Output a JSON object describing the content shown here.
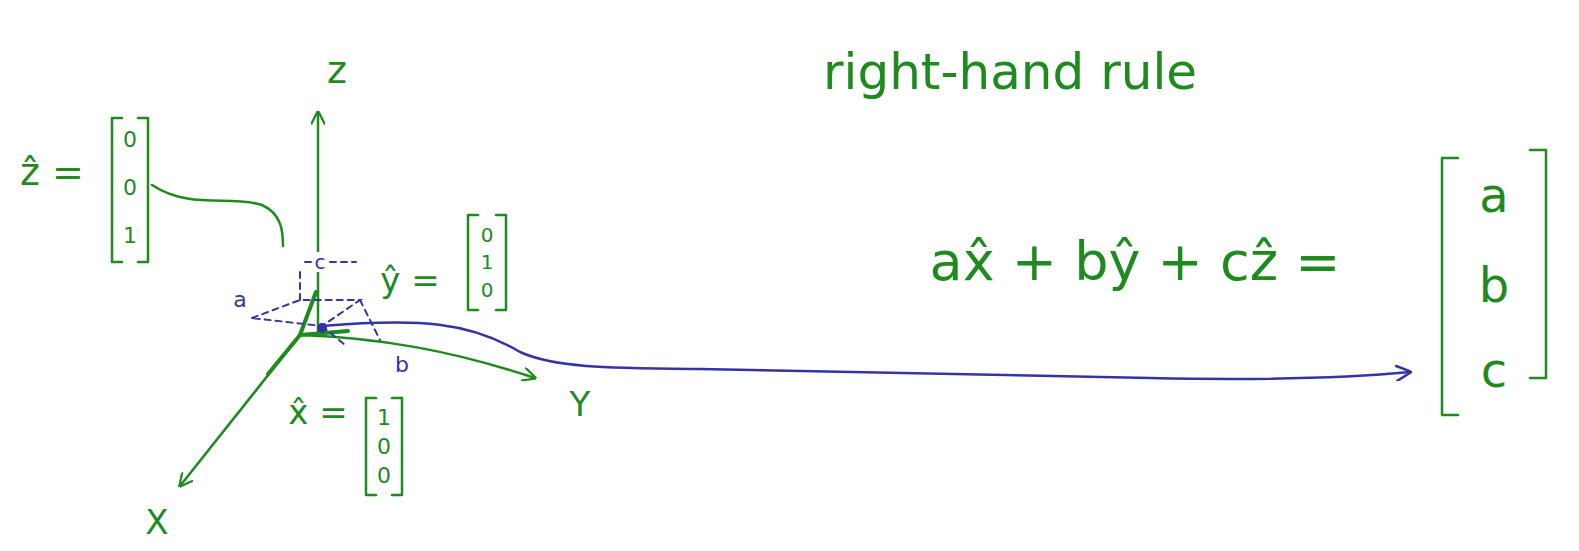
{
  "diagram": {
    "labels": [
      "right-hand rule",
      "z",
      "Y",
      "X",
      "ẑ =",
      "0",
      "0",
      "1",
      "ŷ =",
      "0",
      "1",
      "0",
      "x̂ =",
      "1",
      "0",
      "0",
      "a",
      "b",
      "c",
      "ax̂ + bŷ + cẑ =",
      "a",
      "b",
      "c"
    ]
  }
}
